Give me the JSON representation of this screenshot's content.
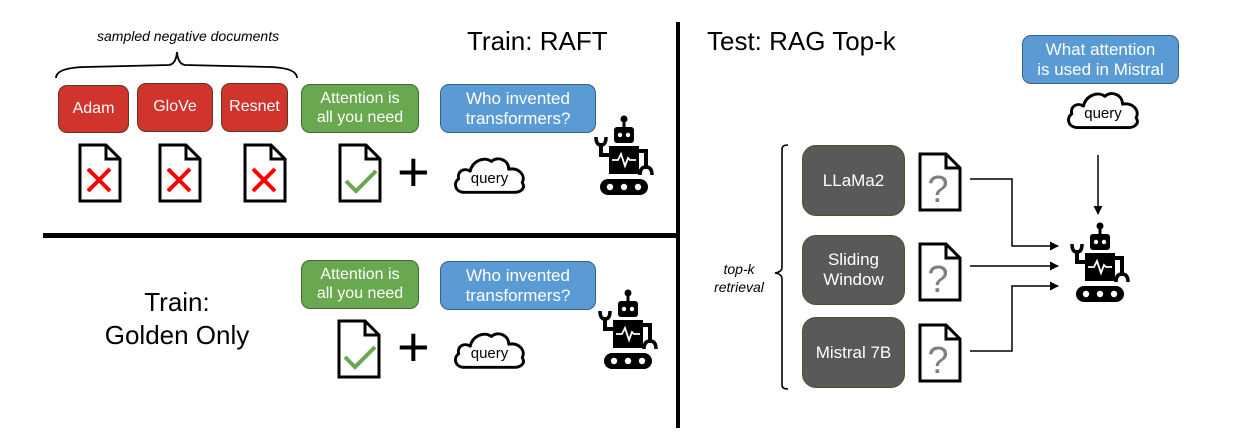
{
  "raft_panel": {
    "title": "Train: RAFT",
    "negatives_label": "sampled negative documents",
    "negative_docs": [
      {
        "label": "Adam",
        "status": "incorrect",
        "icon": "x-mark-icon"
      },
      {
        "label": "GloVe",
        "status": "incorrect",
        "icon": "x-mark-icon"
      },
      {
        "label": "Resnet",
        "status": "incorrect",
        "icon": "x-mark-icon"
      }
    ],
    "golden_doc": {
      "label": "Attention is all you need",
      "line1": "Attention is",
      "line2": "all you need",
      "status": "correct",
      "icon": "checkmark-icon"
    },
    "question": {
      "line1": "Who invented",
      "line2": "transformers?"
    },
    "plus": "+",
    "query_label": "query"
  },
  "golden_panel": {
    "title_line1": "Train:",
    "title_line2": "Golden Only",
    "golden_doc": {
      "line1": "Attention is",
      "line2": "all you need",
      "status": "correct",
      "icon": "checkmark-icon"
    },
    "question": {
      "line1": "Who invented",
      "line2": "transformers?"
    },
    "plus": "+",
    "query_label": "query"
  },
  "test_panel": {
    "title": "Test: RAG Top-k",
    "question": {
      "line1": "What attention",
      "line2": "is used in Mistral"
    },
    "query_label": "query",
    "retrieval_label_line1": "top-k",
    "retrieval_label_line2": "retrieval",
    "retrieved_docs": [
      {
        "line1": "LLaMa2",
        "line2": "",
        "icon": "question-mark-icon"
      },
      {
        "line1": "Sliding",
        "line2": "Window",
        "icon": "question-mark-icon"
      },
      {
        "line1": "Mistral 7B",
        "line2": "",
        "icon": "question-mark-icon"
      }
    ]
  },
  "colors": {
    "negative": "#d0342c",
    "golden": "#6aa84f",
    "question": "#5b9bd5",
    "retrieved": "#595959",
    "x_mark": "#ff0000",
    "check": "#6aa84f",
    "question_glyph": "#7f7f7f"
  }
}
